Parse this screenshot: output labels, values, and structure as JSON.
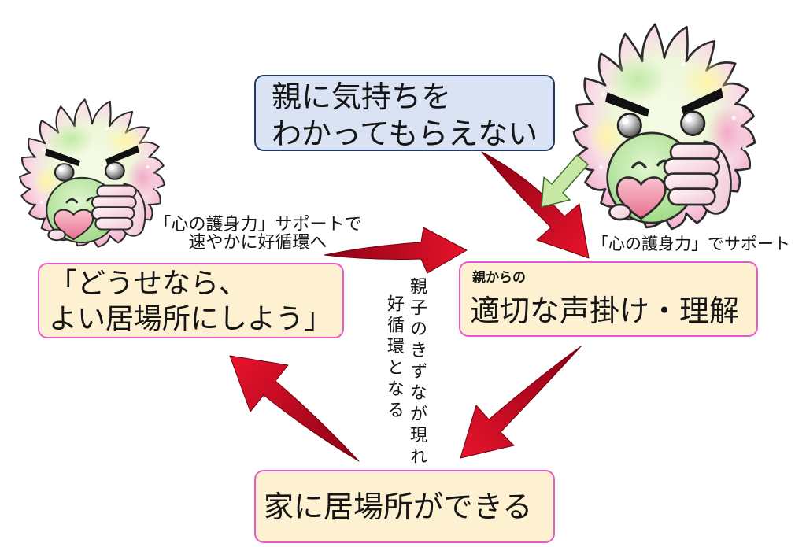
{
  "diagram": {
    "nodes": {
      "top": {
        "lines": [
          "親に気持ちを",
          "わかってもらえない"
        ]
      },
      "right": {
        "caption": "親からの",
        "text": "適切な声掛け・理解"
      },
      "bottom": {
        "text": "家に居場所ができる"
      },
      "left": {
        "lines": [
          "「どうせなら、",
          "よい居場所にしよう」"
        ]
      }
    },
    "labels": {
      "left_support": [
        "「心の護身力」サポートで",
        "速やかに好循環へ"
      ],
      "right_support": "「心の護身力」でサポート",
      "cycle_note": [
        "親子のきずなが現れ",
        "好循環となる"
      ]
    }
  },
  "icons": {
    "mascot_left": "fuzzy-monster-hugging-heart",
    "mascot_right": "fuzzy-monster-hugging-heart",
    "cycle_arrows": "red-brush-arrow",
    "support_arrow": "green-block-arrow"
  },
  "colors": {
    "problem_box_fill": "#dae3f3",
    "problem_box_border": "#1f3864",
    "step_box_fill": "#fdf1d2",
    "step_box_border": "#e65bc7",
    "cycle_arrow": "#e8142c",
    "support_arrow": "#c8e8a6"
  }
}
